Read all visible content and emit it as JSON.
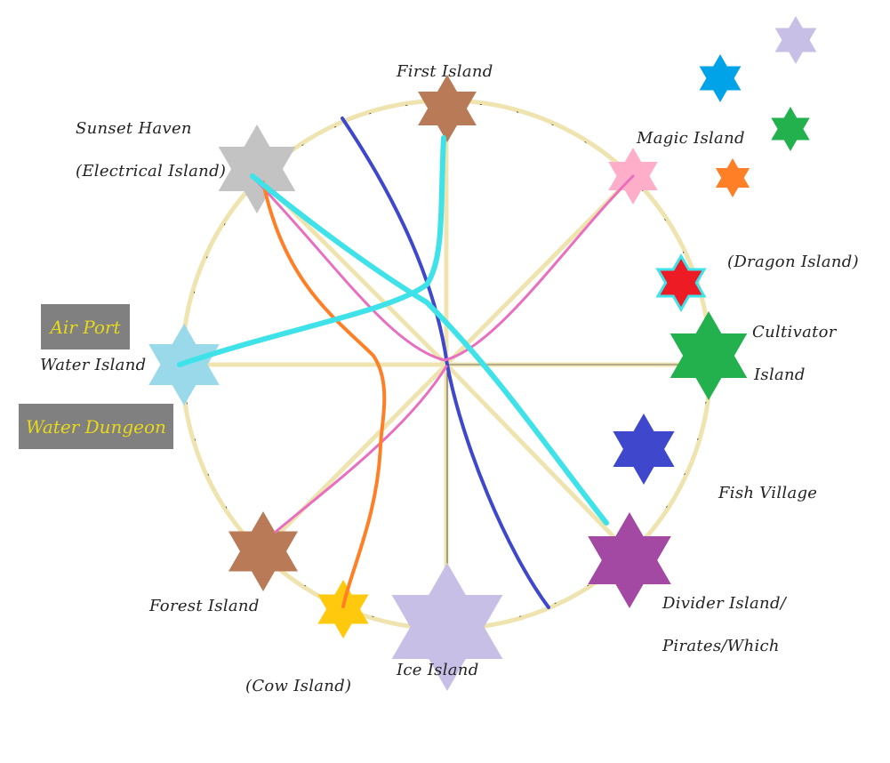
{
  "labels": {
    "first": "First Island",
    "sunset_1": "Sunset Haven",
    "sunset_2": "(Electrical Island)",
    "magic": "Magic Island",
    "dragon": "(Dragon Island)",
    "cultivator_1": "Cultivator",
    "cultivator_2": "Island",
    "water": "Water Island",
    "fish": "Fish Village",
    "divider_1": "Divider Island/",
    "divider_2": "Pirates/Which",
    "forest": "Forest Island",
    "ice": "Ice Island",
    "cow": "(Cow Island)"
  },
  "boxes": {
    "air_port": "Air Port",
    "water_dungeon": "Water Dungeon"
  },
  "colors": {
    "ring": "#efe4b0",
    "first": "#b97a57",
    "magic": "#ffaec9",
    "sunset": "#c3c3c3",
    "water": "#99d9ea",
    "dragon": "#ed1c24",
    "cultivator": "#22b14c",
    "fish": "#3f48cc",
    "divider": "#a349a4",
    "ice": "#c8bfe7",
    "cow": "#ffc90e",
    "forest": "#b97a57",
    "path_blue": "#3f48cc",
    "path_cyan": "#3ee2e8",
    "path_pink": "#e86fc0",
    "path_orange": "#ff7f27"
  }
}
